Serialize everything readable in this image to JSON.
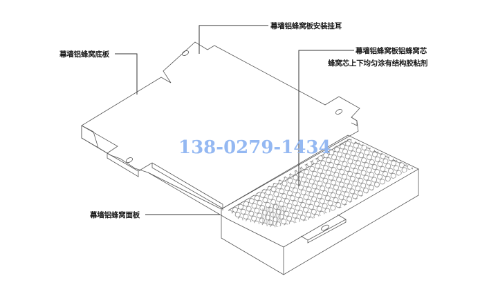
{
  "labels": {
    "mounting_ear": "幕墙铝蜂窝板安装挂耳",
    "back_panel": "幕墙铝蜂窝底板",
    "honeycomb_core": "幕墙铝蜂窝板铝蜂窝芯",
    "core_adhesive": "蜂窝芯上下均匀涂有结构胶粘剂",
    "face_panel": "幕墙铝蜂窝面板"
  },
  "watermark": {
    "phone": "138-0279-1434",
    "color": "#8fb5f2"
  },
  "colors": {
    "line": "#555555",
    "leader": "#333333",
    "background": "#ffffff"
  }
}
